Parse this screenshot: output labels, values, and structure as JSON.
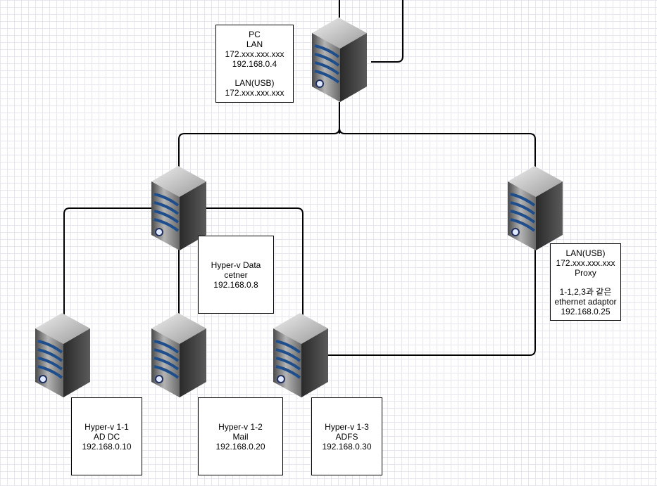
{
  "diagram": {
    "pc_label": {
      "line1": "PC",
      "line2": "LAN",
      "line3": "172.xxx.xxx.xxx",
      "line4": "192.168.0.4",
      "line5": "LAN(USB)",
      "line6": "172.xxx.xxx.xxx"
    },
    "datacenter_label": {
      "line1": "Hyper-v Data",
      "line2": "cetner",
      "line3": "192.168.0.8"
    },
    "proxy_label": {
      "line1": "LAN(USB)",
      "line2": "172.xxx.xxx.xxx",
      "line3": "Proxy",
      "line4": "1-1,2,3과 같은",
      "line5": "ethernet adaptor",
      "line6": "192.168.0.25"
    },
    "vm1_label": {
      "line1": "Hyper-v 1-1",
      "line2": "AD DC",
      "line3": "192.168.0.10"
    },
    "vm2_label": {
      "line1": "Hyper-v 1-2",
      "line2": "Mail",
      "line3": "192.168.0.20"
    },
    "vm3_label": {
      "line1": "Hyper-v 1-3",
      "line2": "ADFS",
      "line3": "192.168.0.30"
    }
  },
  "icons": {
    "server": "server-icon"
  },
  "colors": {
    "grid": "#e6e6ee",
    "connector": "#000000",
    "server_front": "#a0a0a0",
    "server_stripe": "#1f4e8c"
  }
}
